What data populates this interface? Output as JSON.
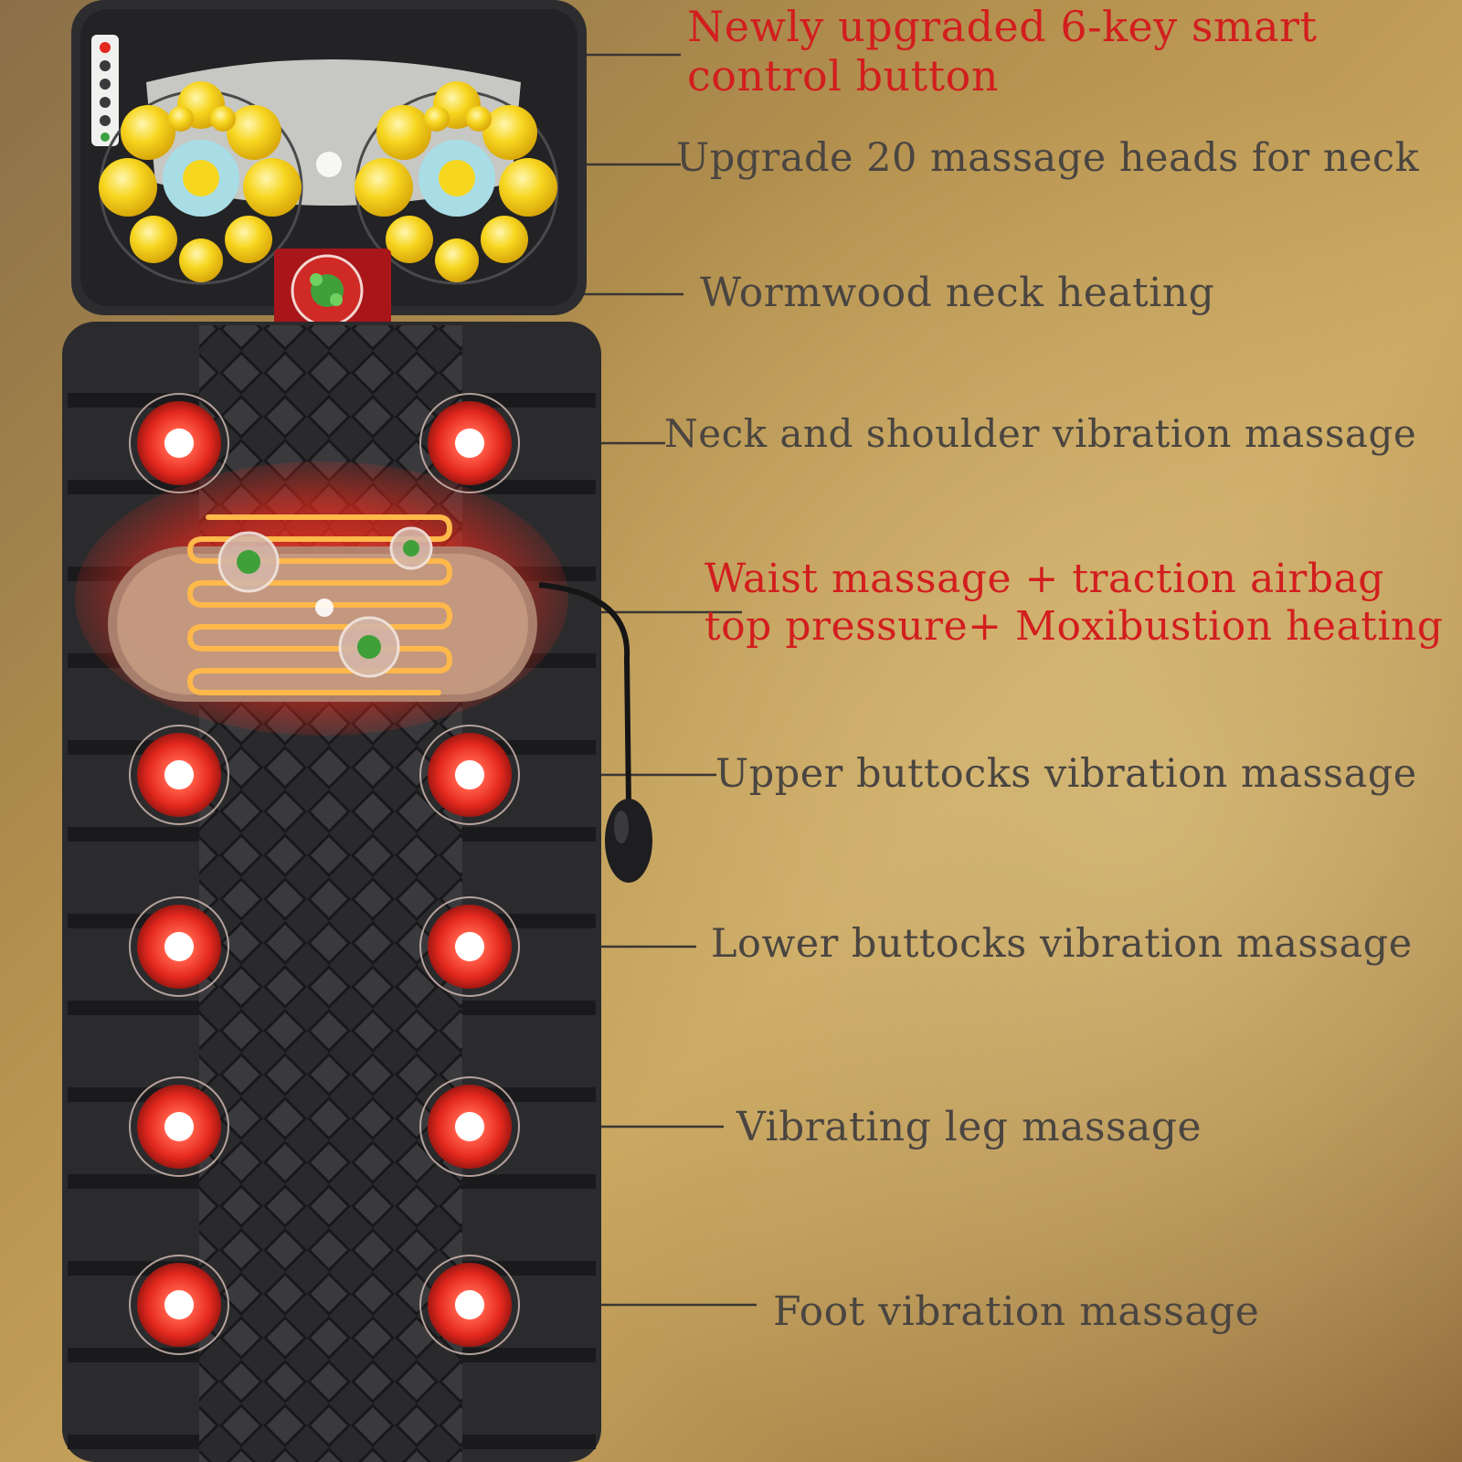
{
  "colors": {
    "background": "#b8924a",
    "mat": "#2b2b2d",
    "heat_red": "#e3281e",
    "massage_head_yellow": "#f5d21c",
    "label_red": "#d21e1e",
    "label_gray": "#4a4540"
  },
  "labels": {
    "smart_control": {
      "line1": "Newly upgraded 6-key smart",
      "line2": "control button"
    },
    "neck_heads": "Upgrade 20 massage heads for neck",
    "neck_heating": "Wormwood neck heating",
    "shoulder": "Neck and shoulder vibration massage",
    "waist": {
      "line1": "Waist massage + traction airbag",
      "line2": "top pressure+ Moxibustion heating"
    },
    "upper_buttocks": "Upper buttocks vibration massage",
    "lower_buttocks": "Lower buttocks vibration massage",
    "leg": "Vibrating leg massage",
    "foot": "Foot vibration massage"
  },
  "icons": {
    "control_panel": "remote-control-icon",
    "neck_massager": "neck-massage-heads-icon",
    "neck_heater": "wormwood-heating-icon",
    "vibration_motor": "vibration-motor-icon",
    "waist_pad": "heating-coil-icon",
    "air_pump": "air-pump-icon"
  }
}
